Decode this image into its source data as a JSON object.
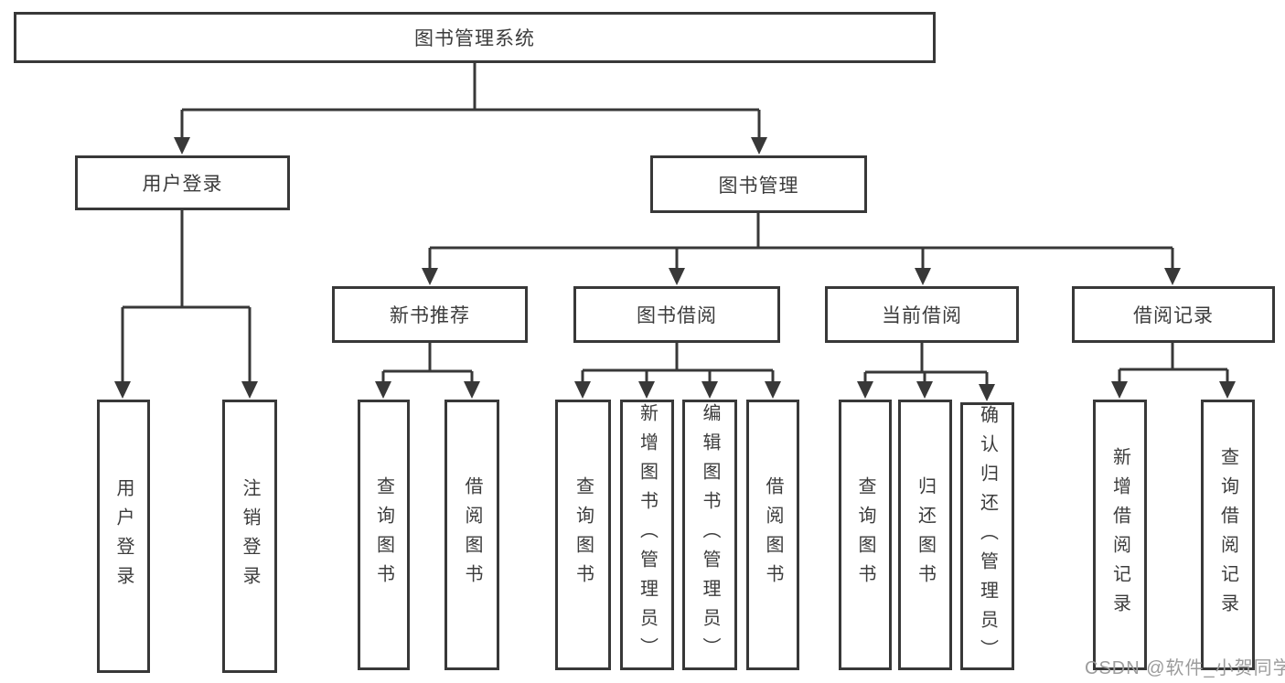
{
  "tree": {
    "root": {
      "label": "图书管理系统"
    },
    "branches": [
      {
        "label": "用户登录",
        "children": [
          {
            "label": "用户登录"
          },
          {
            "label": "注销登录"
          }
        ]
      },
      {
        "label": "图书管理",
        "children": [
          {
            "label": "新书推荐",
            "children": [
              {
                "label": "查询图书"
              },
              {
                "label": "借阅图书"
              }
            ]
          },
          {
            "label": "图书借阅",
            "children": [
              {
                "label": "查询图书"
              },
              {
                "label": "新增图书（管理员）"
              },
              {
                "label": "编辑图书（管理员）"
              },
              {
                "label": "借阅图书"
              }
            ]
          },
          {
            "label": "当前借阅",
            "children": [
              {
                "label": "查询图书"
              },
              {
                "label": "归还图书"
              },
              {
                "label": "确认归还（管理员）"
              }
            ]
          },
          {
            "label": "借阅记录",
            "children": [
              {
                "label": "新增借阅记录"
              },
              {
                "label": "查询借阅记录"
              }
            ]
          }
        ]
      }
    ]
  },
  "watermark": {
    "text": "CSDN @软件_小贺同学"
  },
  "colors": {
    "line": "#383838",
    "text": "#3c3c3c",
    "background": "#ffffff",
    "watermark": "#9c9c9c"
  }
}
